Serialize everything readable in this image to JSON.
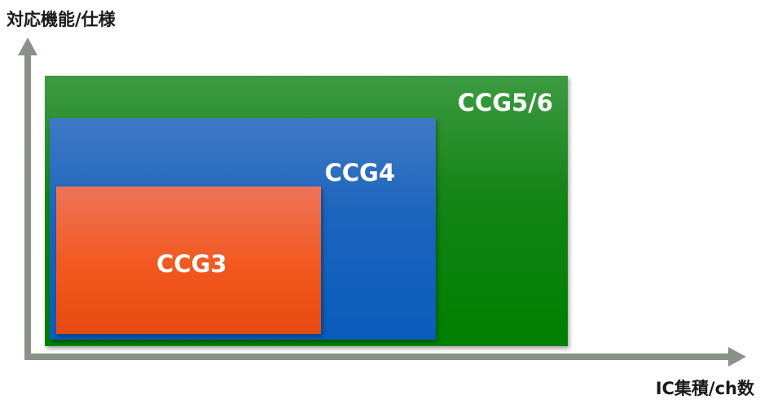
{
  "axes": {
    "y_label": "対応機能/仕様",
    "x_label": "IC集積/ch数"
  },
  "boxes": {
    "ccg56": {
      "label": "CCG5/6",
      "color": "#138416"
    },
    "ccg4": {
      "label": "CCG4",
      "color": "#1b64bd"
    },
    "ccg3": {
      "label": "CCG3",
      "color": "#f2581e"
    }
  },
  "colors": {
    "axis": "#8a9189",
    "label_text": "#ffffff",
    "axis_text": "#1a1a1a"
  }
}
